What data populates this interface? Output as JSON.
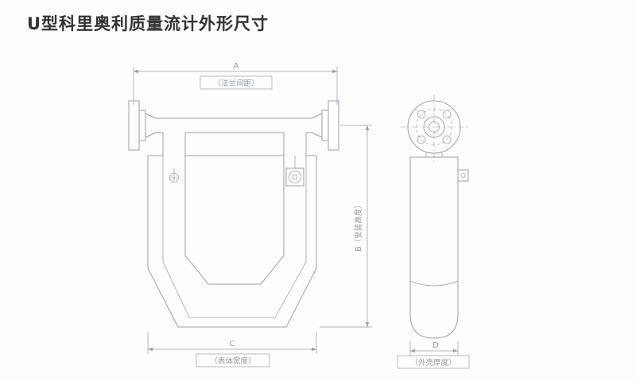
{
  "title": "U型科里奥利质量流计外形尺寸",
  "colors": {
    "line": "#97a1ab",
    "dim_text": "#8e99a4",
    "title_text": "#333333",
    "background": "#fdfdfd"
  },
  "dimensions": {
    "a": {
      "letter": "A",
      "label": "（法兰间距）"
    },
    "b": {
      "vertical_label": "B（安装高度）"
    },
    "c": {
      "letter": "C",
      "label": "（表体宽度）"
    },
    "d": {
      "letter": "D",
      "label": "（外壳厚度）"
    }
  }
}
